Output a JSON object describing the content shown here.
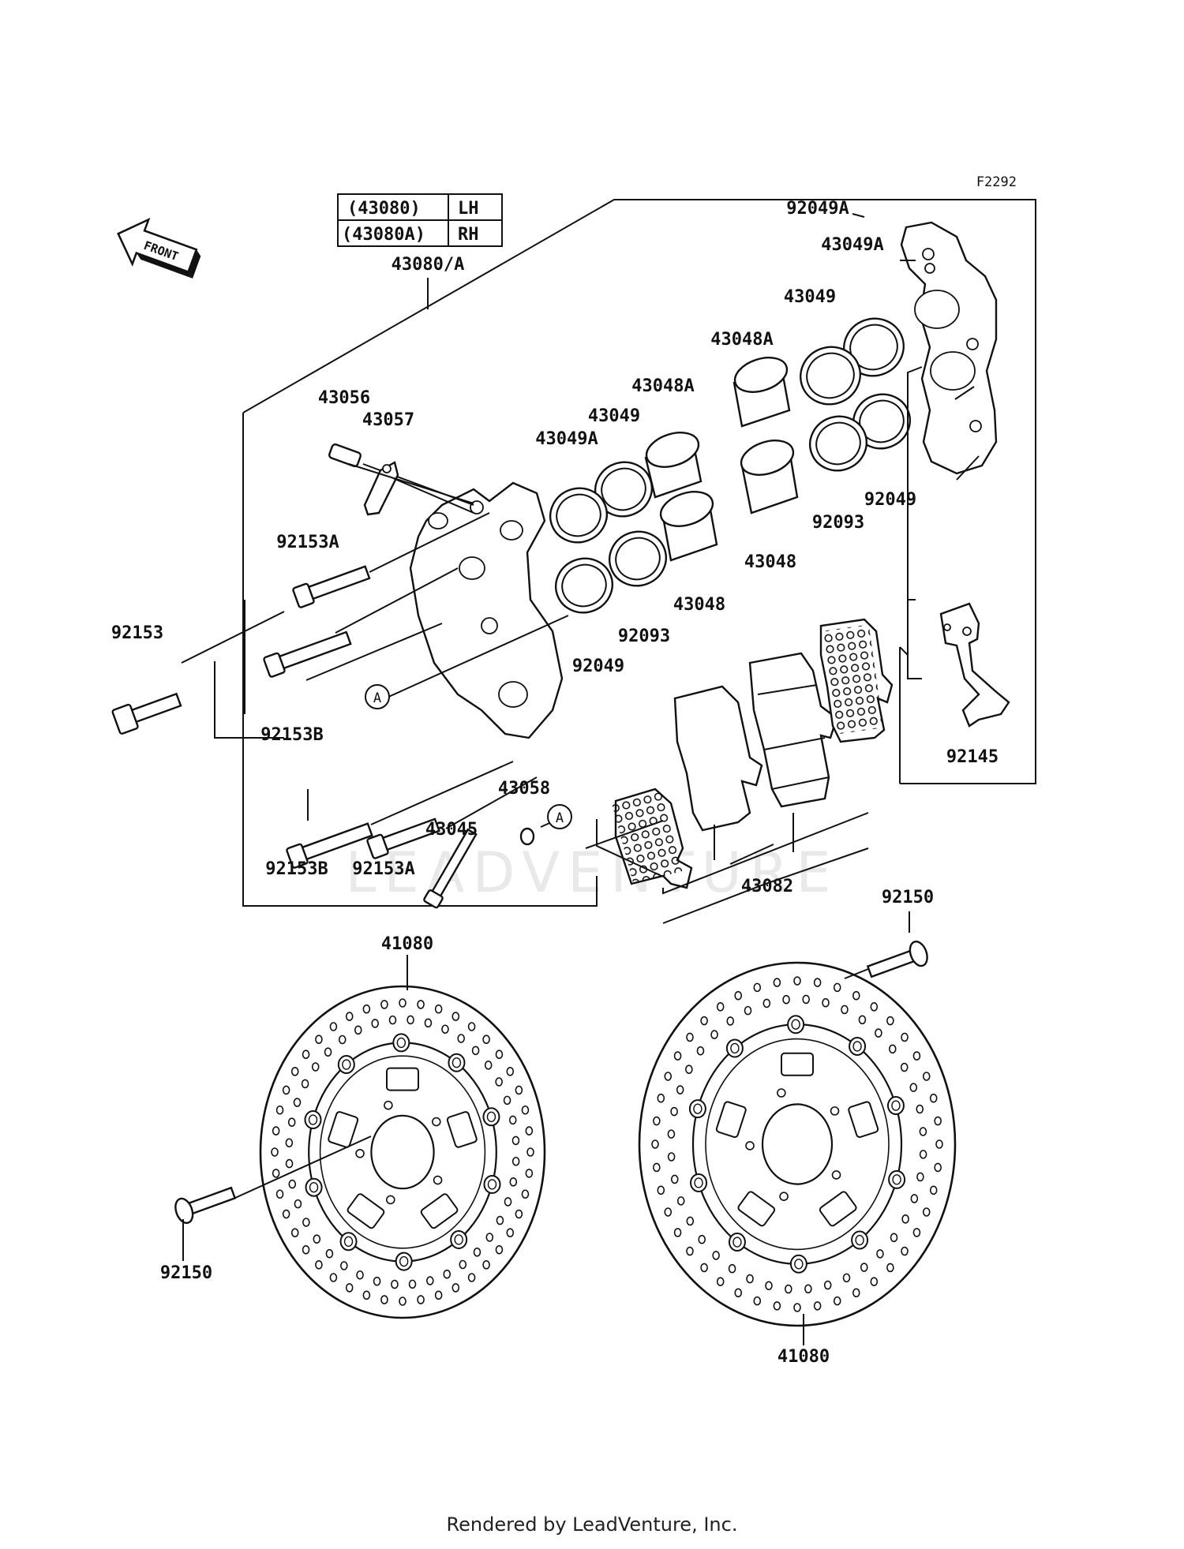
{
  "diagram_code": "F2292",
  "front_label": "FRONT",
  "watermark": "LEADVENTURE",
  "footer": "Rendered by LeadVenture, Inc.",
  "legend": {
    "rows": [
      {
        "code": "(43080)",
        "side": "LH"
      },
      {
        "code": "(43080A)",
        "side": "RH"
      }
    ],
    "assembly": "43080/A"
  },
  "ref_marker": "A",
  "parts": {
    "p92049A": "92049A",
    "p43049A_r": "43049A",
    "p43049_r": "43049",
    "p43048A_r": "43048A",
    "p43048A_m": "43048A",
    "p43049_m": "43049",
    "p43049A_m": "43049A",
    "p43056": "43056",
    "p43057": "43057",
    "p92153A_t": "92153A",
    "p92153": "92153",
    "p92153B_m": "92153B",
    "p92153B_b": "92153B",
    "p92153A_b": "92153A",
    "p43045": "43045",
    "p43058": "43058",
    "p92049_l": "92049",
    "p92093_l": "92093",
    "p43048_l": "43048",
    "p43048_r": "43048",
    "p92093_r": "92093",
    "p92049_r": "92049",
    "p92145": "92145",
    "p43082": "43082",
    "p41080_l": "41080",
    "p41080_r": "41080",
    "p92150_l": "92150",
    "p92150_r": "92150"
  }
}
